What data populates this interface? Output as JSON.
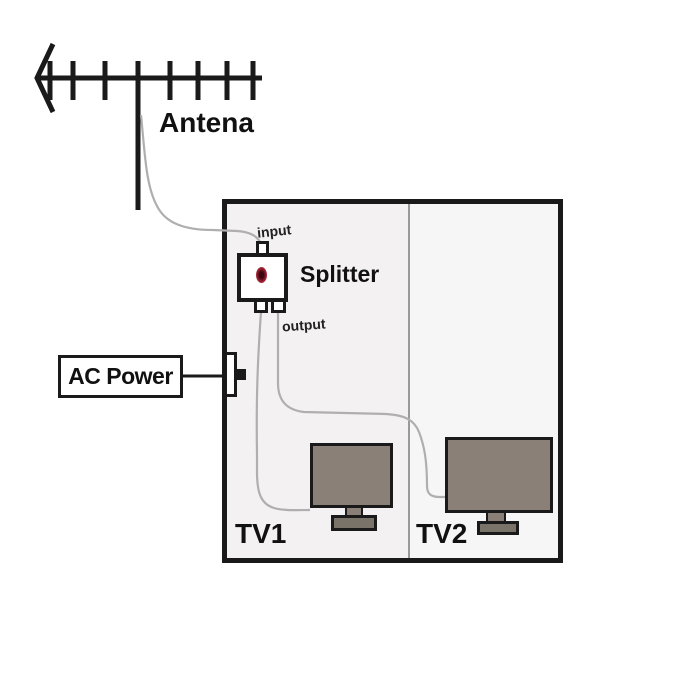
{
  "antenna": {
    "label": "Antena"
  },
  "splitter": {
    "label": "Splitter",
    "input_label": "input",
    "output_label": "output"
  },
  "ac_power": {
    "label": "AC Power"
  },
  "tvs": {
    "tv1_label": "TV1",
    "tv2_label": "TV2"
  },
  "colors": {
    "wall": "#1a1a1a",
    "cable": "#b0aeae",
    "room_fill": "#f3f1f1",
    "room_fill_right": "#f7f6f6",
    "divider": "#999999",
    "tv_screen": "#8a8077",
    "tv_stand": "#7a7369",
    "led_red": "#a32433"
  }
}
